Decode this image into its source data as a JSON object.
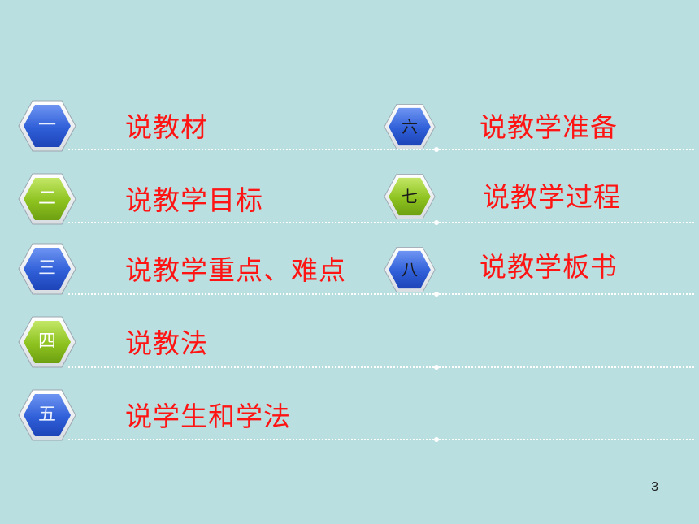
{
  "items_left": [
    {
      "numeral": "一",
      "label": "说教材",
      "color": "blue"
    },
    {
      "numeral": "二",
      "label": "说教学目标",
      "color": "green"
    },
    {
      "numeral": "三",
      "label": "说教学重点、难点",
      "color": "blue"
    },
    {
      "numeral": "四",
      "label": "说教法",
      "color": "green"
    },
    {
      "numeral": "五",
      "label": "说学生和学法",
      "color": "blue"
    }
  ],
  "items_right": [
    {
      "numeral": "六",
      "label": "说教学准备",
      "color": "blue"
    },
    {
      "numeral": "七",
      "label": "说教学过程",
      "color": "green"
    },
    {
      "numeral": "八",
      "label": "说教学板书",
      "color": "blue"
    }
  ],
  "colors": {
    "background": "#b9dfe0",
    "label": "#ff1414",
    "hex_blue": "#2f5fd8",
    "hex_green": "#8dc21f"
  },
  "page_number": "3"
}
